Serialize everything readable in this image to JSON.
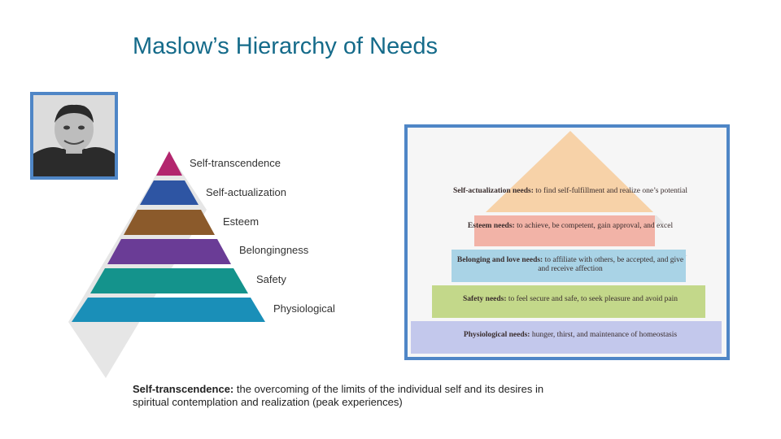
{
  "slide": {
    "title": "Maslow’s Hierarchy of Needs"
  },
  "left_pyramid": {
    "levels": [
      {
        "label": "Self-transcendence",
        "color": "#b3266e"
      },
      {
        "label": "Self-actualization",
        "color": "#2e55a3"
      },
      {
        "label": "Esteem",
        "color": "#8b5a2b"
      },
      {
        "label": "Belongingness",
        "color": "#6a3c96"
      },
      {
        "label": "Safety",
        "color": "#14938c"
      },
      {
        "label": "Physiological",
        "color": "#1a8fb8"
      }
    ]
  },
  "right_pyramid": {
    "levels": [
      {
        "heading": "Self-actualization needs:",
        "text": "to find self-fulfillment and realize one’s potential",
        "color": "#f7d2a8"
      },
      {
        "heading": "Esteem needs:",
        "text": "to achieve, be competent, gain approval, and excel",
        "color": "#f2b3a7"
      },
      {
        "heading": "Belonging and love needs:",
        "text": "to affiliate with others, be accepted, and give and receive affection",
        "color": "#a9d3e6"
      },
      {
        "heading": "Safety needs:",
        "text": "to feel secure and safe, to seek pleasure and avoid pain",
        "color": "#c3d88a"
      },
      {
        "heading": "Physiological needs:",
        "text": "hunger, thirst, and maintenance of homeostasis",
        "color": "#c3c8ec"
      }
    ]
  },
  "caption": {
    "term": "Self-transcendence:",
    "definition": " the overcoming of the limits of the individual self and its desires in spiritual contemplation and realization (peak experiences)"
  }
}
